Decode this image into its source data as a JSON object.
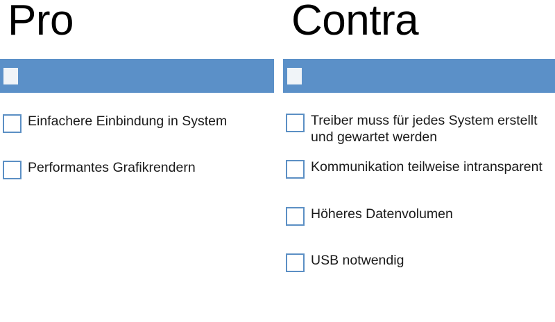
{
  "slide": {
    "background_color": "#ffffff",
    "accent_color": "#5b90c8",
    "checkbox_border_color": "#5b8fc4",
    "text_color": "#1a1a1a"
  },
  "columns": [
    {
      "id": "pro",
      "heading": "Pro",
      "banner": {
        "fill_color": "#5b90c8",
        "marker_color": "#f0f4f8"
      },
      "items": [
        {
          "label": "Einfachere Einbindung in System"
        },
        {
          "label": "Performantes Grafikrendern"
        }
      ]
    },
    {
      "id": "contra",
      "heading": "Contra",
      "banner": {
        "fill_color": "#5b90c8",
        "marker_color": "#f0f4f8"
      },
      "items": [
        {
          "label": "Treiber muss für jedes System erstellt\nund gewartet werden"
        },
        {
          "label": "Kommunikation teilweise intransparent"
        },
        {
          "label": "Höheres Datenvolumen"
        },
        {
          "label": "USB notwendig"
        }
      ]
    }
  ]
}
